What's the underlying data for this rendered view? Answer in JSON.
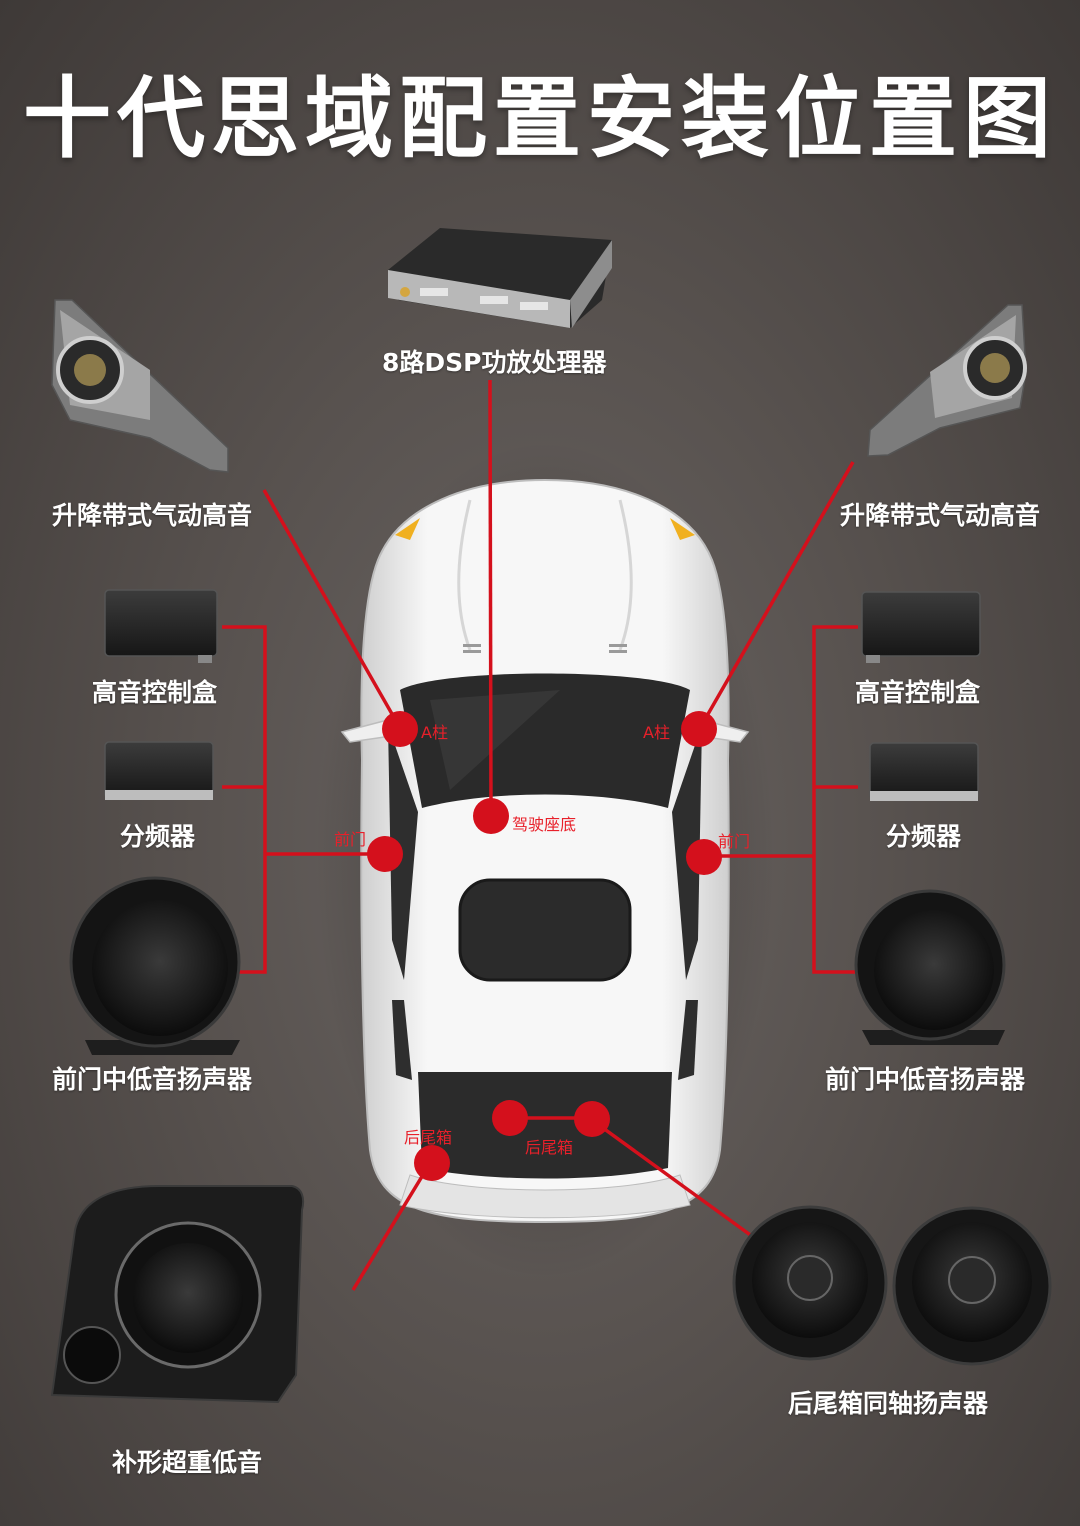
{
  "title": "十代思域配置安装位置图",
  "components": {
    "dsp": "8路DSP功放处理器",
    "tweeter_left": "升降带式气动高音",
    "tweeter_right": "升降带式气动高音",
    "tweeter_control_left": "高音控制盒",
    "tweeter_control_right": "高音控制盒",
    "crossover_left": "分频器",
    "crossover_right": "分频器",
    "front_door_left": "前门中低音扬声器",
    "front_door_right": "前门中低音扬声器",
    "subwoofer": "补形超重低音",
    "rear_coaxial": "后尾箱同轴扬声器"
  },
  "markers": {
    "a_pillar_left": "A柱",
    "a_pillar_right": "A柱",
    "driver_seat": "驾驶座底",
    "front_door_left": "前门",
    "front_door_right": "前门",
    "trunk_left": "后尾箱",
    "trunk_center": "后尾箱"
  },
  "colors": {
    "accent": "#d4101c",
    "car_body": "#f2f2f2",
    "glass": "#2b2b2b",
    "background": "#58524f"
  }
}
